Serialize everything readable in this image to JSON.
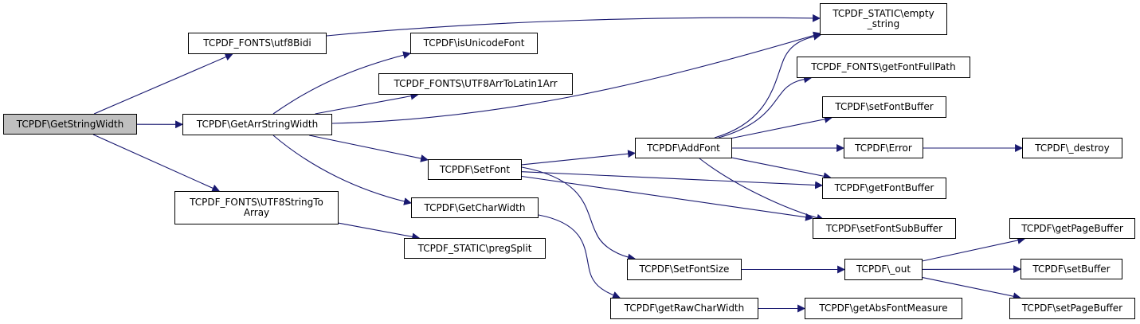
{
  "nodes": {
    "n_getstringwidth": "TCPDF\\GetStringWidth",
    "n_utf8bidi": "TCPDF_FONTS\\utf8Bidi",
    "n_getarrstringwidth": "TCPDF\\GetArrStringWidth",
    "n_utf8stringtoarray": "TCPDF_FONTS\\UTF8StringTo\nArray",
    "n_emptystring": "TCPDF_STATIC\\empty\n_string",
    "n_isunicodefont": "TCPDF\\isUnicodeFont",
    "n_utf8arrtolatin1arr": "TCPDF_FONTS\\UTF8ArrToLatin1Arr",
    "n_setfont": "TCPDF\\SetFont",
    "n_getcharwidth": "TCPDF\\GetCharWidth",
    "n_pregsplit": "TCPDF_STATIC\\pregSplit",
    "n_addfont": "TCPDF\\AddFont",
    "n_setfontsize": "TCPDF\\SetFontSize",
    "n_getrawcharwidth": "TCPDF\\getRawCharWidth",
    "n_getfontfullpath": "TCPDF_FONTS\\getFontFullPath",
    "n_setfontbuffer": "TCPDF\\setFontBuffer",
    "n_error": "TCPDF\\Error",
    "n_getfontbuffer": "TCPDF\\getFontBuffer",
    "n_setfontsubbuffer": "TCPDF\\setFontSubBuffer",
    "n_out": "TCPDF\\_out",
    "n_getabsfontmeasure": "TCPDF\\getAbsFontMeasure",
    "n_destroy": "TCPDF\\_destroy",
    "n_getpagebuffer": "TCPDF\\getPageBuffer",
    "n_setbuffer": "TCPDF\\setBuffer",
    "n_setpagebuffer": "TCPDF\\setPageBuffer"
  },
  "edges": [
    [
      "n_getstringwidth",
      "n_utf8bidi"
    ],
    [
      "n_getstringwidth",
      "n_getarrstringwidth"
    ],
    [
      "n_getstringwidth",
      "n_utf8stringtoarray"
    ],
    [
      "n_utf8bidi",
      "n_emptystring"
    ],
    [
      "n_getarrstringwidth",
      "n_emptystring"
    ],
    [
      "n_getarrstringwidth",
      "n_isunicodefont"
    ],
    [
      "n_getarrstringwidth",
      "n_utf8arrtolatin1arr"
    ],
    [
      "n_getarrstringwidth",
      "n_setfont"
    ],
    [
      "n_getarrstringwidth",
      "n_getcharwidth"
    ],
    [
      "n_utf8stringtoarray",
      "n_pregsplit"
    ],
    [
      "n_setfont",
      "n_addfont"
    ],
    [
      "n_setfont",
      "n_setfontsize"
    ],
    [
      "n_setfont",
      "n_getfontbuffer"
    ],
    [
      "n_setfont",
      "n_setfontsubbuffer"
    ],
    [
      "n_getcharwidth",
      "n_getrawcharwidth"
    ],
    [
      "n_addfont",
      "n_emptystring"
    ],
    [
      "n_addfont",
      "n_getfontfullpath"
    ],
    [
      "n_addfont",
      "n_setfontbuffer"
    ],
    [
      "n_addfont",
      "n_error"
    ],
    [
      "n_addfont",
      "n_getfontbuffer"
    ],
    [
      "n_addfont",
      "n_setfontsubbuffer"
    ],
    [
      "n_error",
      "n_destroy"
    ],
    [
      "n_setfontsize",
      "n_out"
    ],
    [
      "n_getrawcharwidth",
      "n_getabsfontmeasure"
    ],
    [
      "n_out",
      "n_getpagebuffer"
    ],
    [
      "n_out",
      "n_setbuffer"
    ],
    [
      "n_out",
      "n_setpagebuffer"
    ]
  ]
}
